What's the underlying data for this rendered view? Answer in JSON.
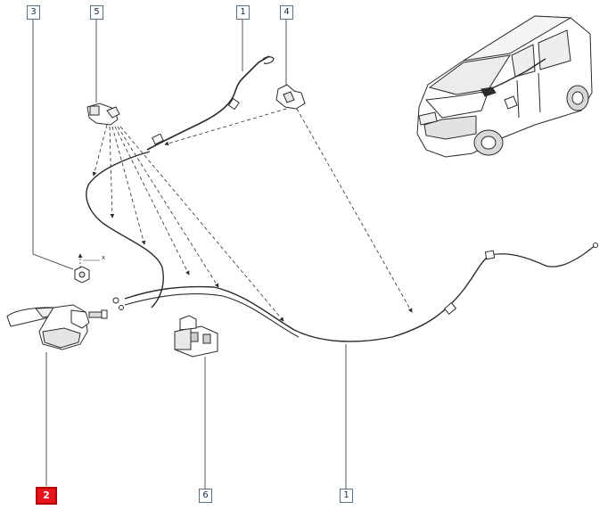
{
  "diagram": {
    "callouts": {
      "c3": "3",
      "c5": "5",
      "c1_top": "1",
      "c4": "4",
      "c2": "2",
      "c6": "6",
      "c1_bottom": "1"
    },
    "torque_mark": "x",
    "colors": {
      "line": "#2b2b2b",
      "callout_border": "#5a6f86",
      "highlight": "#e8141c"
    }
  }
}
